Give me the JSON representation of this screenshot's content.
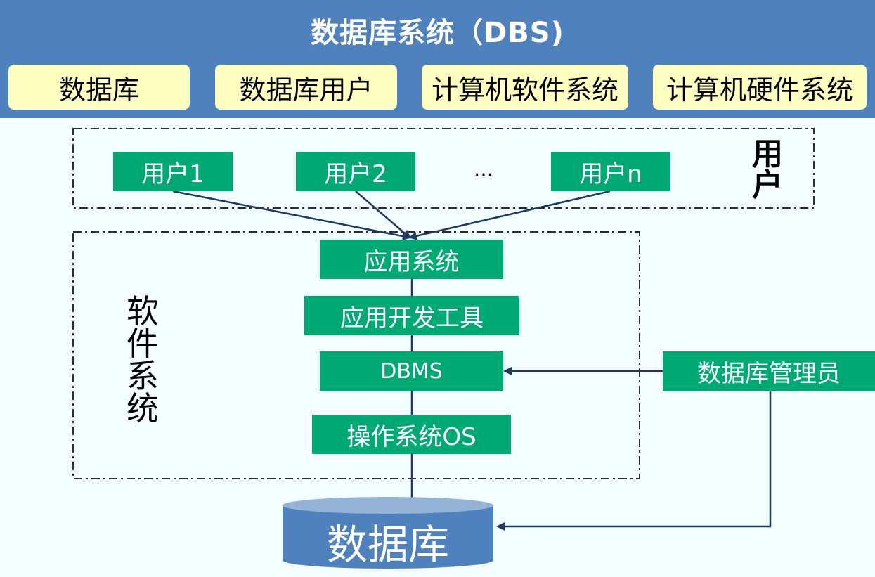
{
  "header": {
    "title": "数据库系统（DBS)",
    "components": [
      "数据库",
      "数据库用户",
      "计算机软件系统",
      "计算机硬件系统"
    ]
  },
  "users_group": {
    "label": "用户",
    "users": [
      "用户1",
      "用户2",
      "用户n"
    ],
    "ellipsis": "…"
  },
  "software_group": {
    "label": "软件系统",
    "layers": [
      "应用系统",
      "应用开发工具",
      "DBMS",
      "操作系统OS"
    ]
  },
  "admin": {
    "label": "数据库管理员"
  },
  "database": {
    "label": "数据库"
  },
  "colors": {
    "header_bg": "#4f81bd",
    "component_bg": "#ffffc2",
    "node_bg": "#00a874",
    "cylinder_body": "#4f81bd",
    "cylinder_top": "#95b3d7",
    "line": "#1f3864",
    "page_bg": "#f2feff"
  }
}
